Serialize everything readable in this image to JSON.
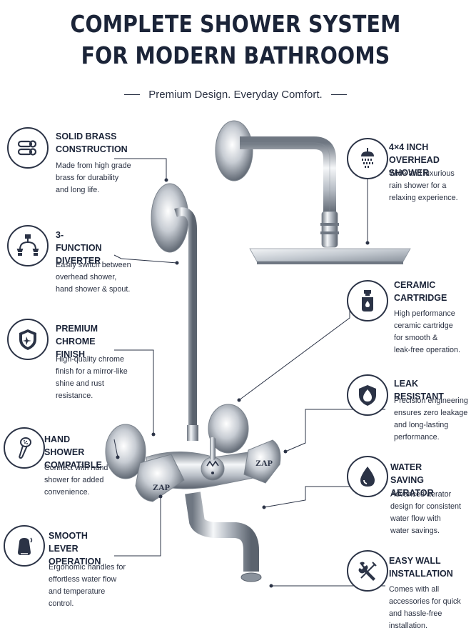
{
  "header": {
    "title_line1": "COMPLETE SHOWER SYSTEM",
    "title_line2": "FOR MODERN BATHROOMS",
    "tagline": "Premium Design. Everyday Comfort."
  },
  "product": {
    "brand": "ZAP"
  },
  "features_left": [
    {
      "title1": "SOLID BRASS",
      "title2": "CONSTRUCTION",
      "desc": [
        "Made from high grade",
        "brass for durability",
        "and long life."
      ],
      "icon": "brass-pipes-icon"
    },
    {
      "title1": "3-FUNCTION",
      "title2": "DIVERTER",
      "desc": [
        "Easily switch between",
        "overhead shower,",
        "hand shower & spout."
      ],
      "icon": "diverter-icon"
    },
    {
      "title1": "PREMIUM",
      "title2": "CHROME FINISH",
      "desc": [
        "High-quality chrome",
        "finish for a mirror-like",
        "shine and rust",
        "resistance."
      ],
      "icon": "shield-star-icon"
    },
    {
      "title1": "HAND SHOWER",
      "title2": "COMPATIBLE",
      "desc": [
        "Connect with hand",
        "shower for added",
        "convenience."
      ],
      "icon": "hand-shower-icon"
    },
    {
      "title1": "SMOOTH LEVER",
      "title2": "OPERATION",
      "desc": [
        "Ergonomic handles for",
        "effortless water flow",
        "and temperature",
        "control."
      ],
      "icon": "lever-handle-icon"
    }
  ],
  "features_right": [
    {
      "title1": "4×4 INCH",
      "title2": "OVERHEAD SHOWER",
      "desc": [
        "Wide and luxurious",
        "rain shower for a",
        "relaxing experience."
      ],
      "icon": "shower-head-icon"
    },
    {
      "title1": "CERAMIC",
      "title2": "CARTRIDGE",
      "desc": [
        "High performance",
        "ceramic cartridge",
        "for smooth &",
        "leak-free operation."
      ],
      "icon": "cartridge-icon"
    },
    {
      "title1": "LEAK RESISTANT",
      "title2": "",
      "desc": [
        "Precision engineering",
        "ensures zero leakage",
        "and long-lasting",
        "performance."
      ],
      "icon": "shield-drop-icon"
    },
    {
      "title1": "WATER SAVING",
      "title2": "AERATOR",
      "desc": [
        "Advanced aerator",
        "design for consistent",
        "water flow with",
        "water savings."
      ],
      "icon": "water-drop-icon"
    },
    {
      "title1": "EASY WALL",
      "title2": "INSTALLATION",
      "desc": [
        "Comes with all",
        "accessories for quick",
        "and hassle-free",
        "installation."
      ],
      "icon": "wrench-icon"
    }
  ],
  "colors": {
    "navy": "#1b2438",
    "text": "#2a3142",
    "chrome_dark": "#7d8590",
    "chrome_light": "#f2f4f6"
  }
}
